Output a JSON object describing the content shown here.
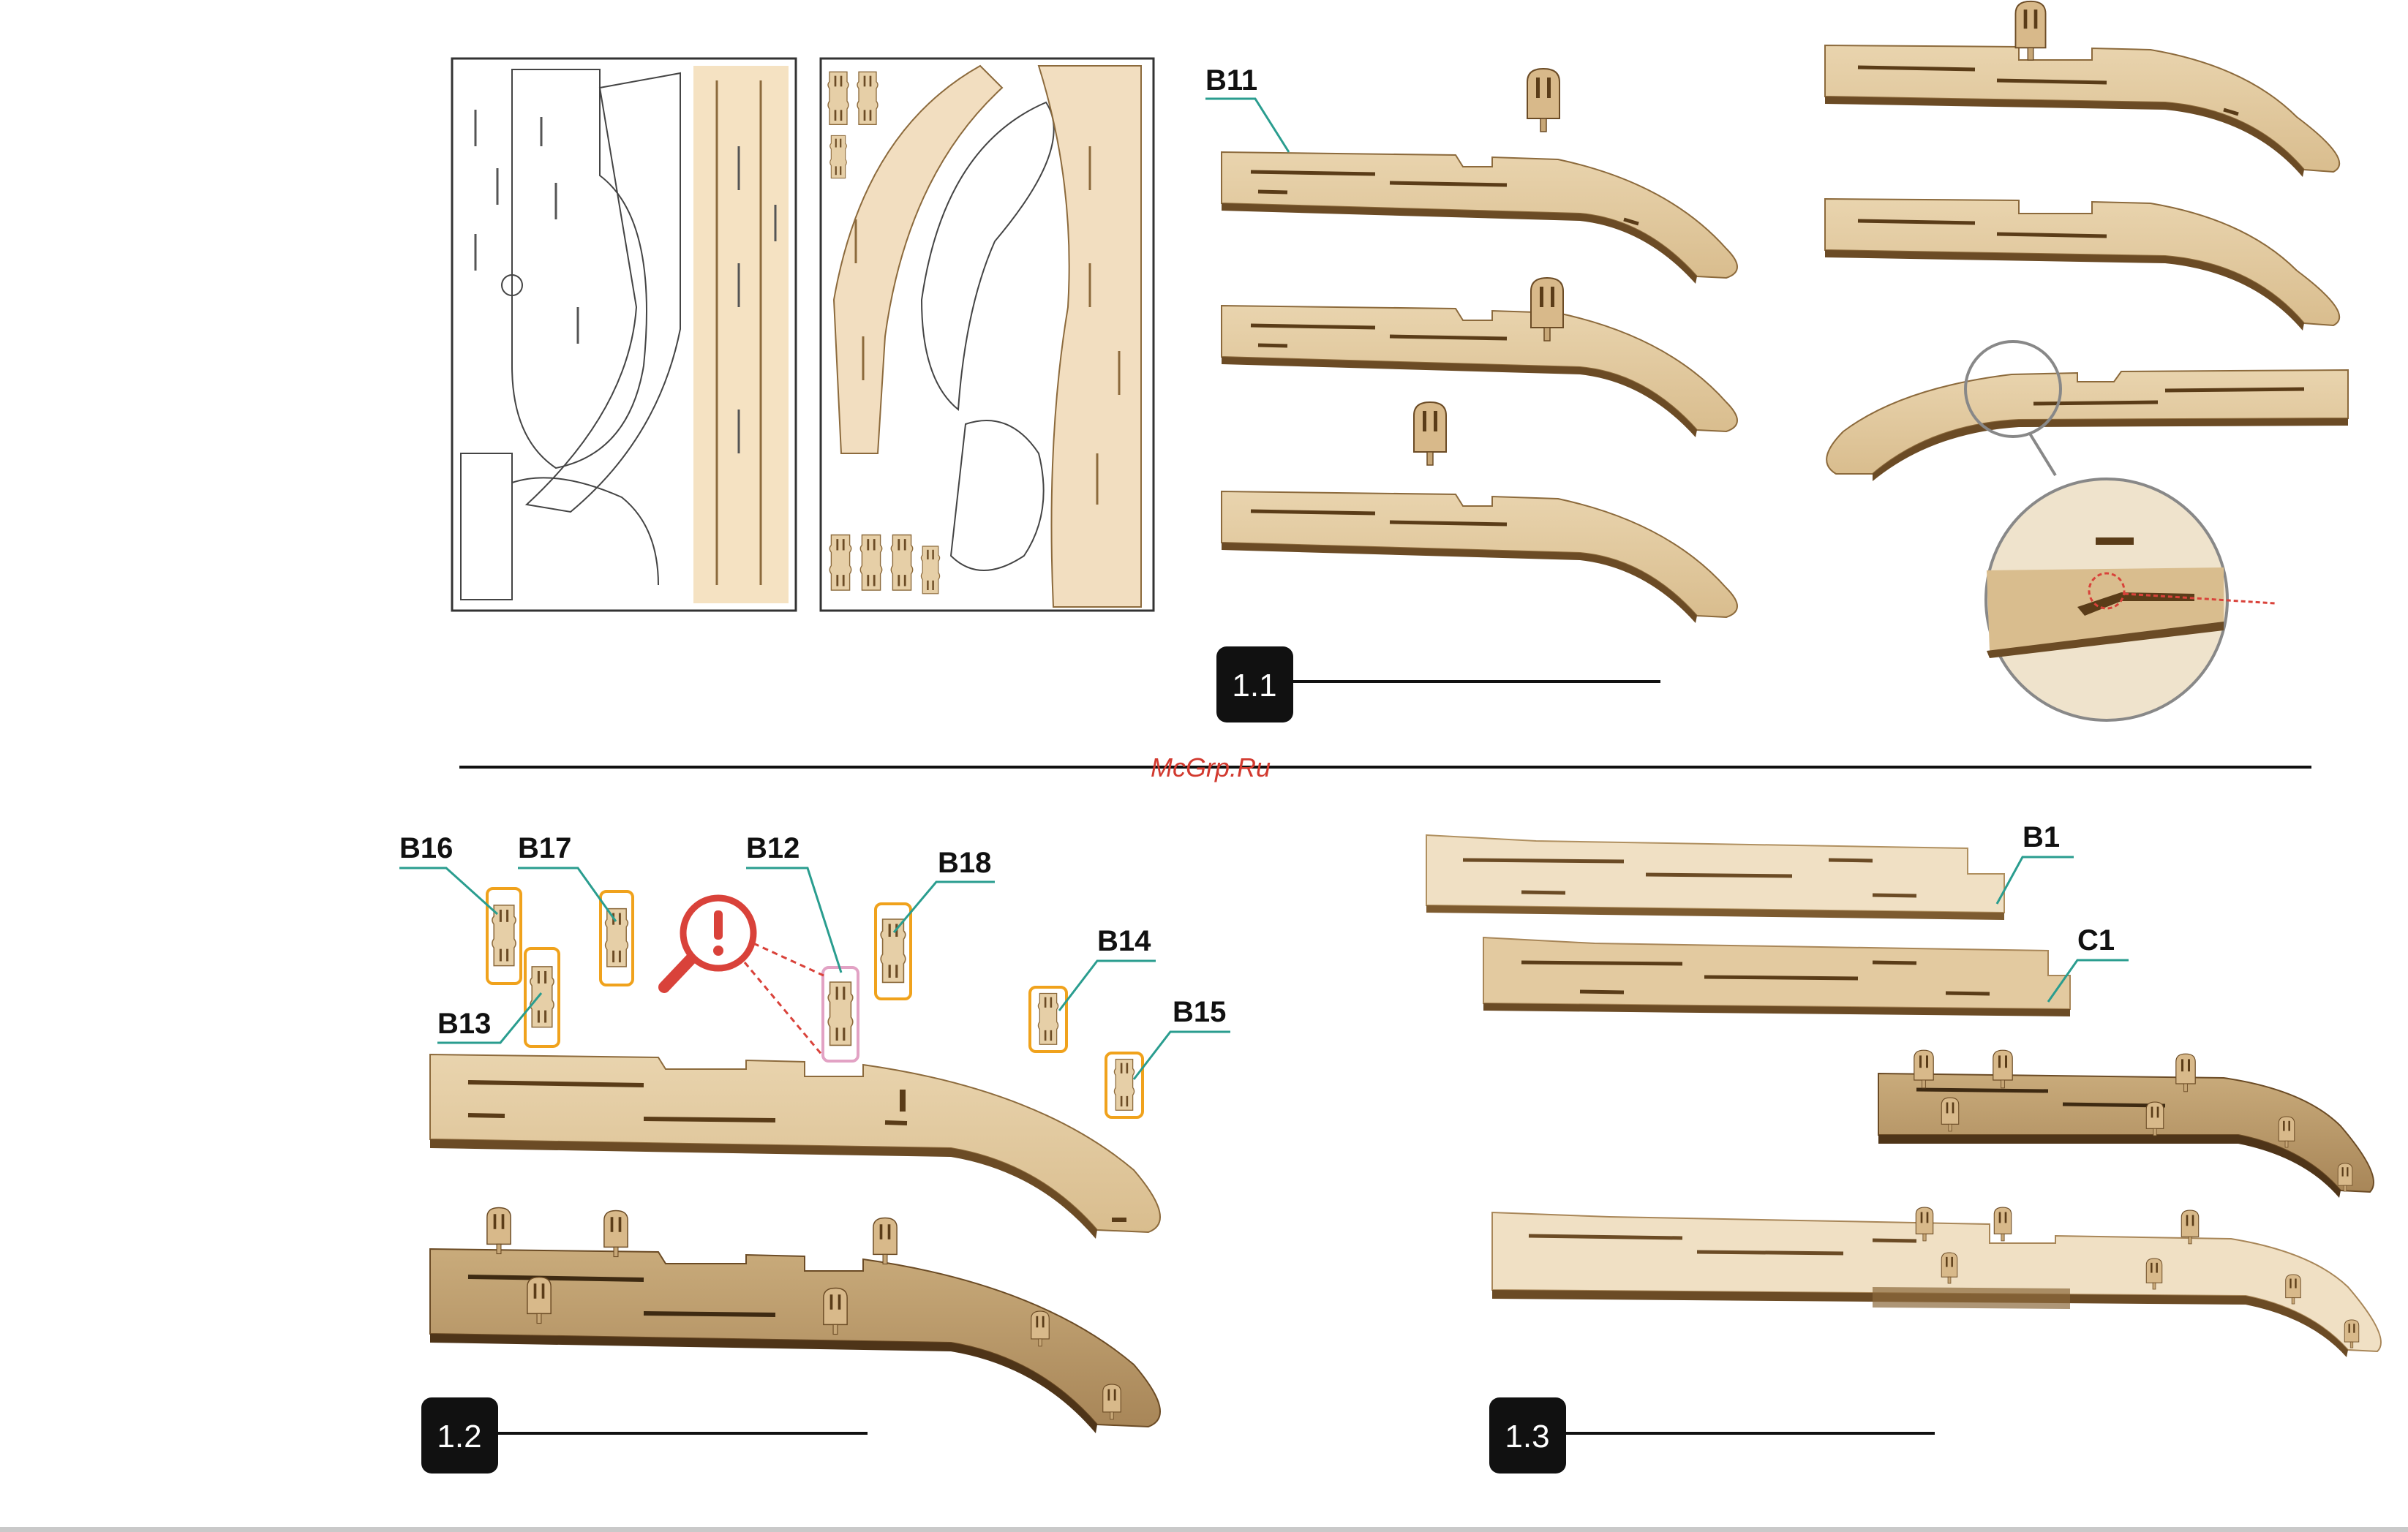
{
  "labels": {
    "b11": "B11",
    "b16": "B16",
    "b17": "B17",
    "b12": "B12",
    "b18": "B18",
    "b14": "B14",
    "b15": "B15",
    "b13": "B13",
    "b1": "B1",
    "c1": "C1"
  },
  "steps": {
    "s1": "1.1",
    "s2": "1.2",
    "s3": "1.3"
  },
  "watermark": "McGrp.Ru",
  "colors": {
    "wood_light": "#efdcbc",
    "wood_mid": "#ddc39a",
    "wood_dark": "#8c6a3c",
    "wood_edge": "#6b4b25",
    "leader": "#2a9d8f",
    "highlight": "#f0a21c",
    "warning": "#d9423a",
    "step_bg": "#111111"
  },
  "icons": {
    "warning": "exclamation-magnifier-icon"
  }
}
